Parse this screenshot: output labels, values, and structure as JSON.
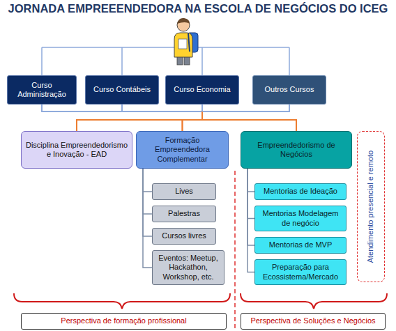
{
  "diagram": {
    "title": "JORNADA EMPREEENDEDORA NA ESCOLA DE NEGÓCIOS DO ICEG",
    "nodes": [
      {
        "text": [
          "Curso Administração"
        ]
      },
      {
        "text": [
          "Curso Contábeis"
        ]
      },
      {
        "text": [
          "Curso Economia"
        ]
      },
      {
        "text": [
          "Outros Cursos"
        ]
      },
      {
        "text": [
          "Disciplina Empreendedorismo e Inovação - EAD"
        ]
      },
      {
        "text": [
          "Formação Empreendedora Complementar"
        ]
      },
      {
        "text": [
          "Empreendedorismo de Negócios"
        ]
      },
      {
        "text": [
          "Lives"
        ]
      },
      {
        "text": [
          "Palestras"
        ]
      },
      {
        "text": [
          "Cursos livres"
        ]
      },
      {
        "text": [
          "Eventos: Meetup, Hackathon, Workshop, etc."
        ]
      },
      {
        "text": [
          "Mentorias de Ideação"
        ]
      },
      {
        "text": [
          "Mentorias Modelagem de negócio"
        ]
      },
      {
        "text": [
          "Mentorias de MVP"
        ]
      },
      {
        "text": [
          "Preparação para Ecossistema/Mercado"
        ]
      },
      {
        "text": [
          "Atendimento presencial e remoto"
        ]
      },
      {
        "text": [
          "Perspectiva de formação profissional"
        ]
      },
      {
        "text": [
          "Perspectiva de Soluções e Negócios"
        ]
      }
    ],
    "edges": [
      {
        "from": 0,
        "to": 4,
        "arrow": "none"
      },
      {
        "from": 0,
        "to": 5,
        "arrow": "none"
      },
      {
        "from": 0,
        "to": 6,
        "arrow": "none"
      },
      {
        "from": 1,
        "to": 4,
        "arrow": "none"
      },
      {
        "from": 1,
        "to": 5,
        "arrow": "none"
      },
      {
        "from": 1,
        "to": 6,
        "arrow": "none"
      },
      {
        "from": 2,
        "to": 4,
        "arrow": "none"
      },
      {
        "from": 2,
        "to": 5,
        "arrow": "none"
      },
      {
        "from": 2,
        "to": 6,
        "arrow": "none"
      },
      {
        "from": 3,
        "to": 4,
        "arrow": "none"
      },
      {
        "from": 3,
        "to": 5,
        "arrow": "none"
      },
      {
        "from": 3,
        "to": 6,
        "arrow": "none"
      },
      {
        "from": 5,
        "to": 7,
        "arrow": "none"
      },
      {
        "from": 5,
        "to": 8,
        "arrow": "none"
      },
      {
        "from": 5,
        "to": 9,
        "arrow": "none"
      },
      {
        "from": 5,
        "to": 10,
        "arrow": "none"
      },
      {
        "from": 6,
        "to": 11,
        "arrow": "none"
      },
      {
        "from": 6,
        "to": 12,
        "arrow": "none"
      },
      {
        "from": 6,
        "to": 13,
        "arrow": "none"
      },
      {
        "from": 6,
        "to": 14,
        "arrow": "none"
      }
    ]
  }
}
